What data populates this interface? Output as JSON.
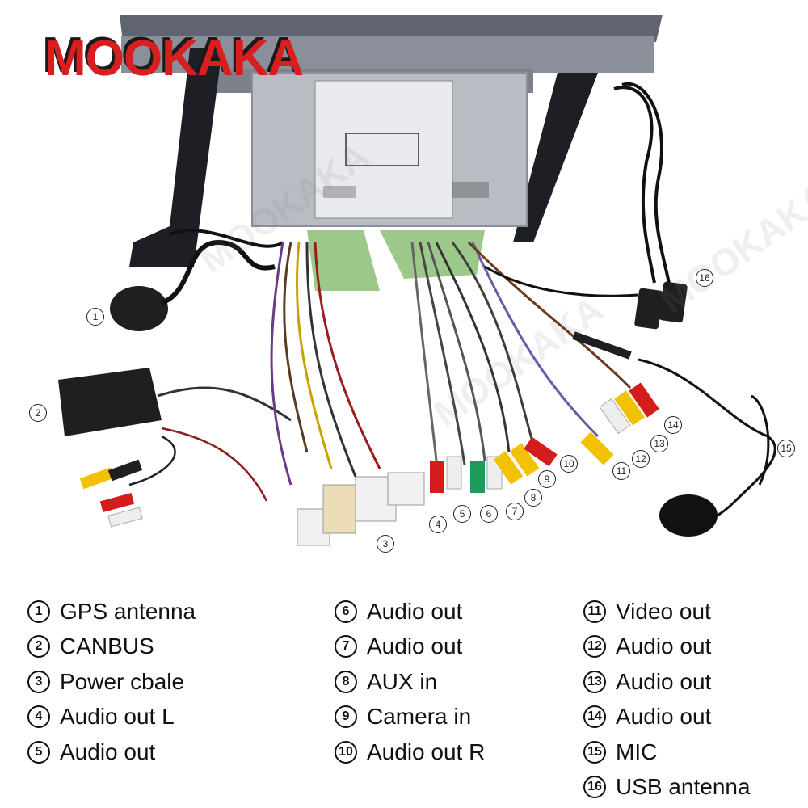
{
  "brand": {
    "name": "MOOKAKA"
  },
  "watermark": {
    "text": "MOOKAKA"
  },
  "callouts": [
    "1",
    "2",
    "3",
    "4",
    "5",
    "6",
    "7",
    "8",
    "9",
    "10",
    "11",
    "12",
    "13",
    "14",
    "15",
    "16"
  ],
  "legend": {
    "col1": [
      {
        "num": "1",
        "label": "GPS antenna"
      },
      {
        "num": "2",
        "label": "CANBUS"
      },
      {
        "num": "3",
        "label": "Power cbale"
      },
      {
        "num": "4",
        "label": "Audio out L"
      },
      {
        "num": "5",
        "label": "Audio out"
      }
    ],
    "col2": [
      {
        "num": "6",
        "label": "Audio out"
      },
      {
        "num": "7",
        "label": "Audio out"
      },
      {
        "num": "8",
        "label": "AUX in"
      },
      {
        "num": "9",
        "label": "Camera in"
      },
      {
        "num": "10",
        "label": "Audio out R"
      }
    ],
    "col3": [
      {
        "num": "11",
        "label": "Video out"
      },
      {
        "num": "12",
        "label": "Audio out"
      },
      {
        "num": "13",
        "label": "Audio out"
      },
      {
        "num": "14",
        "label": "Audio out"
      },
      {
        "num": "15",
        "label": "MIC"
      },
      {
        "num": "16",
        "label": "USB antenna"
      }
    ]
  },
  "colors": {
    "brand_red": "#d81e1e",
    "rca_yellow": "#f2c200",
    "rca_red": "#d41c1c",
    "rca_white": "#eeeeee",
    "rca_green": "#1e9a5a",
    "harness_green": "#9cc98a",
    "unit_gray": "#b9bcc3"
  }
}
